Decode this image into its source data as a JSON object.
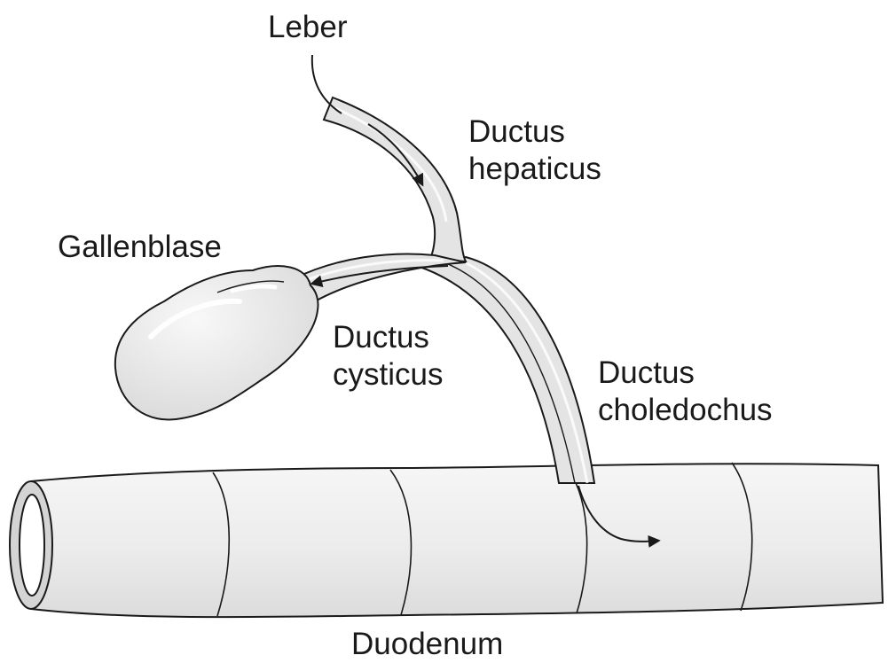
{
  "labels": {
    "leber": "Leber",
    "ductus_hepaticus": [
      "Ductus",
      "hepaticus"
    ],
    "gallenblase": "Gallenblase",
    "ductus_cysticus": [
      "Ductus",
      "cysticus"
    ],
    "ductus_choledochus": [
      "Ductus",
      "choledochus"
    ],
    "duodenum": "Duodenum"
  },
  "colors": {
    "outline": "#1a1a1a",
    "organ_fill": "#eeeeee",
    "duct_fill": "#e2e2e2",
    "highlight": "#ffffff"
  }
}
